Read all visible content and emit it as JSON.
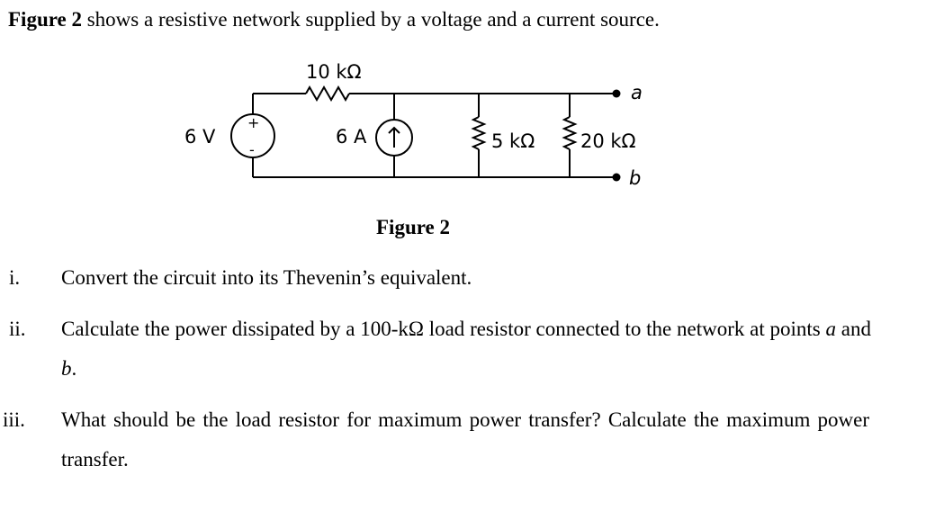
{
  "intro": {
    "figure_ref": "Figure 2",
    "text": " shows a resistive network supplied by a voltage and a current source."
  },
  "circuit": {
    "r_series_label": "10 kΩ",
    "voltage_source_label": "6 V",
    "current_source_label": "6 A",
    "r_mid_label": "5 kΩ",
    "r_right_label": "20 kΩ",
    "terminal_a": "a",
    "terminal_b": "b",
    "plus_sign": "+",
    "minus_sign": "-"
  },
  "caption": "Figure 2",
  "questions": [
    {
      "number": "i.",
      "text": "Convert the circuit into its Thevenin’s equivalent."
    },
    {
      "number": "ii.",
      "text_before_a": "Calculate the power dissipated by a 100-kΩ load resistor connected to the network at points ",
      "var_a": "a",
      "and": " and ",
      "var_b": "b",
      "end": "."
    },
    {
      "number": "iii.",
      "text": "What should be the load resistor for maximum power transfer? Calculate the maximum power transfer."
    }
  ]
}
